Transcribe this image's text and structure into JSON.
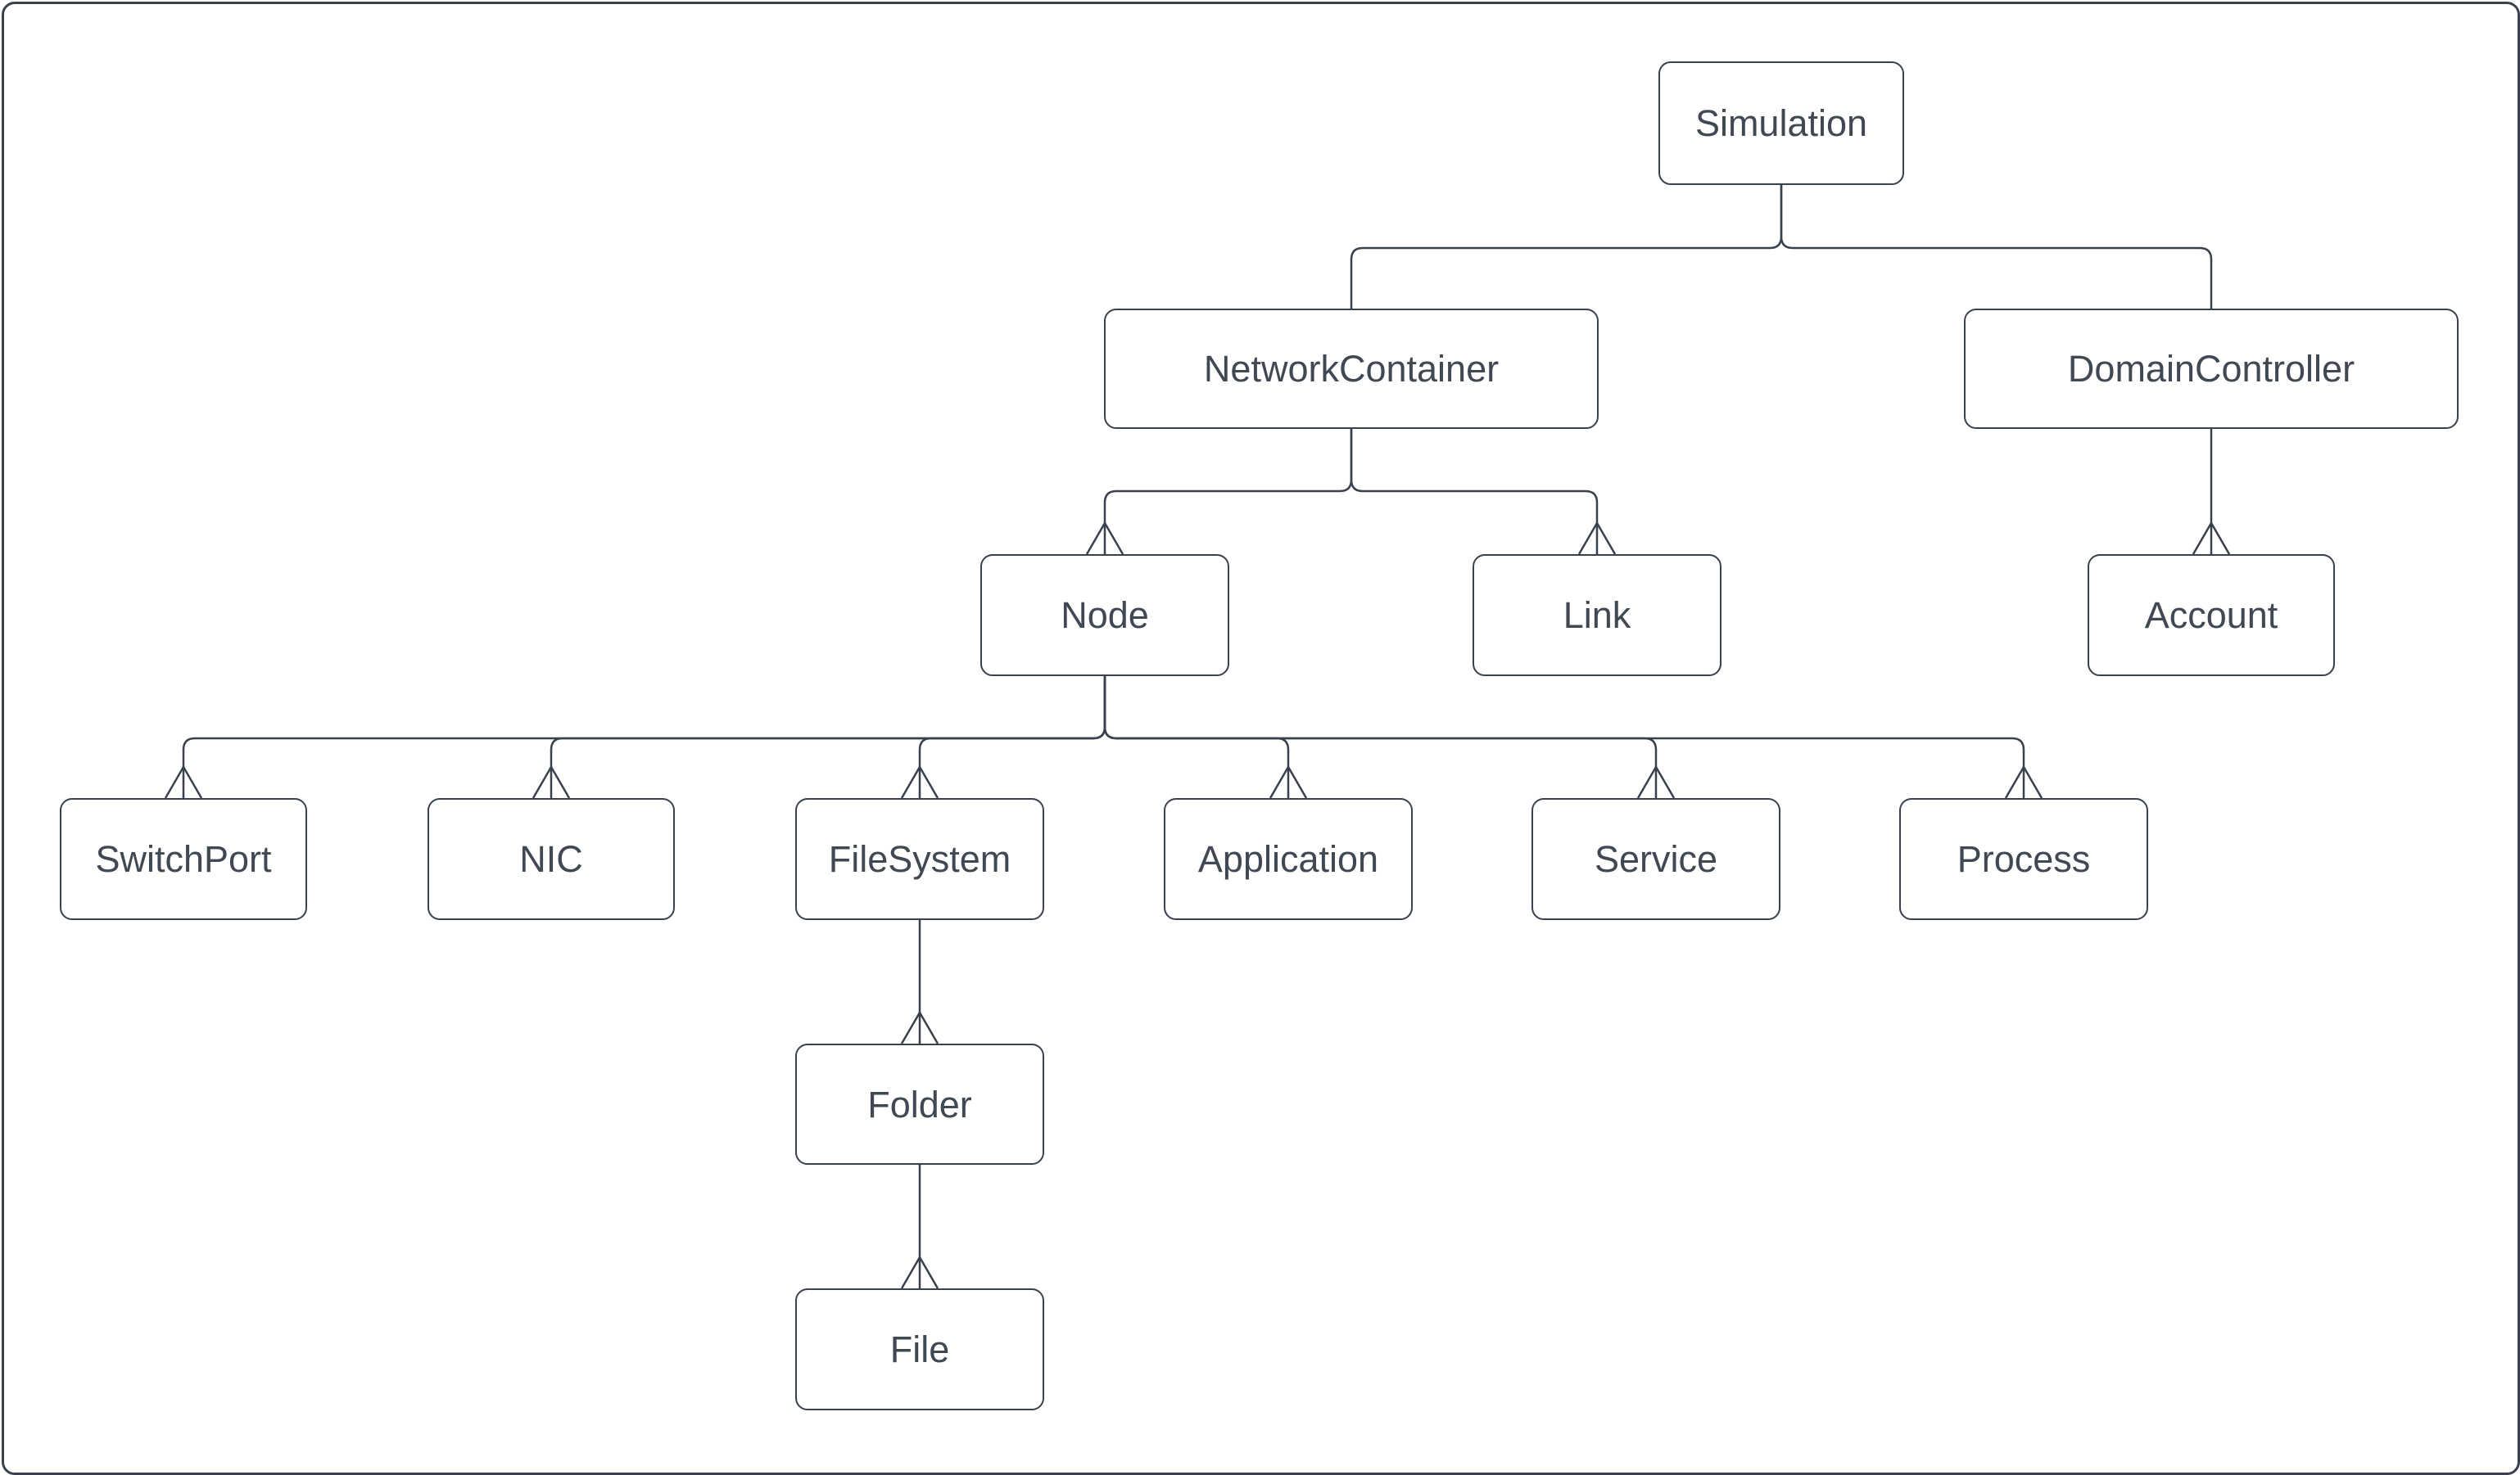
{
  "diagram": {
    "type": "hierarchy-tree",
    "nodes": [
      {
        "id": "simulation",
        "label": "Simulation"
      },
      {
        "id": "network-container",
        "label": "NetworkContainer"
      },
      {
        "id": "domain-controller",
        "label": "DomainController"
      },
      {
        "id": "node",
        "label": "Node"
      },
      {
        "id": "link",
        "label": "Link"
      },
      {
        "id": "account",
        "label": "Account"
      },
      {
        "id": "switch-port",
        "label": "SwitchPort"
      },
      {
        "id": "nic",
        "label": "NIC"
      },
      {
        "id": "file-system",
        "label": "FileSystem"
      },
      {
        "id": "application",
        "label": "Application"
      },
      {
        "id": "service",
        "label": "Service"
      },
      {
        "id": "process",
        "label": "Process"
      },
      {
        "id": "folder",
        "label": "Folder"
      },
      {
        "id": "file",
        "label": "File"
      }
    ],
    "edges": [
      {
        "from": "Simulation",
        "to": "NetworkContainer",
        "arrowhead": false
      },
      {
        "from": "Simulation",
        "to": "DomainController",
        "arrowhead": false
      },
      {
        "from": "NetworkContainer",
        "to": "Node",
        "arrowhead": true
      },
      {
        "from": "NetworkContainer",
        "to": "Link",
        "arrowhead": true
      },
      {
        "from": "DomainController",
        "to": "Account",
        "arrowhead": true
      },
      {
        "from": "Node",
        "to": "SwitchPort",
        "arrowhead": true
      },
      {
        "from": "Node",
        "to": "NIC",
        "arrowhead": true
      },
      {
        "from": "Node",
        "to": "FileSystem",
        "arrowhead": true
      },
      {
        "from": "Node",
        "to": "Application",
        "arrowhead": true
      },
      {
        "from": "Node",
        "to": "Service",
        "arrowhead": true
      },
      {
        "from": "Node",
        "to": "Process",
        "arrowhead": true
      },
      {
        "from": "FileSystem",
        "to": "Folder",
        "arrowhead": true
      },
      {
        "from": "Folder",
        "to": "File",
        "arrowhead": true
      }
    ],
    "colors": {
      "stroke": "#39414E",
      "text": "#3F4853",
      "background": "#FFFFFF"
    }
  }
}
